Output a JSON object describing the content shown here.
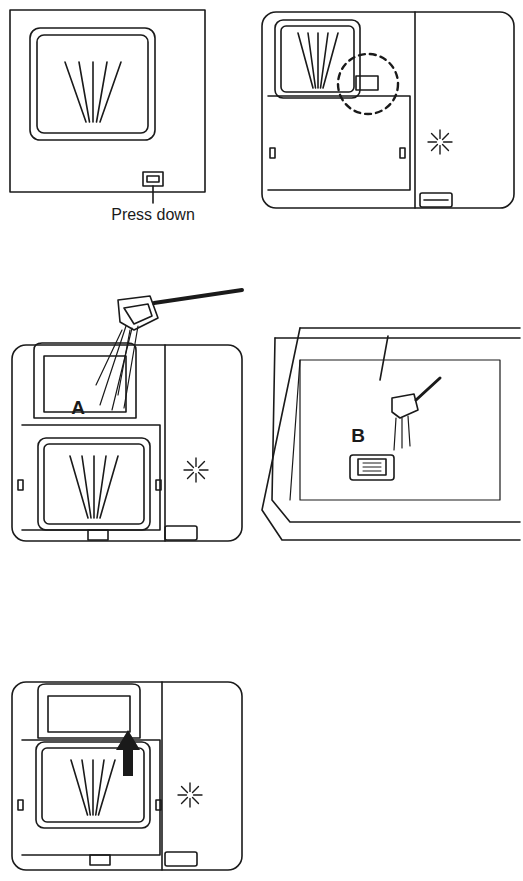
{
  "diagram": {
    "labels": [
      "Press down",
      "A",
      "B"
    ]
  }
}
